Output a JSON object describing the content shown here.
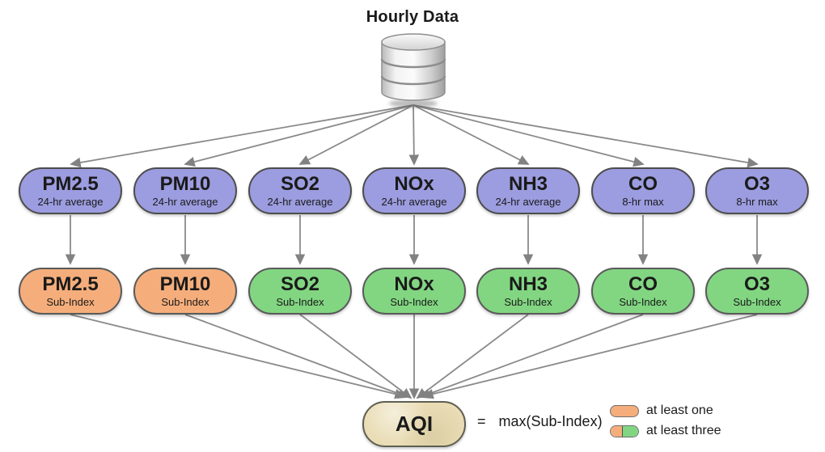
{
  "title": "Hourly Data",
  "source": {
    "icon": "database-icon",
    "label": "Hourly Data"
  },
  "row1": [
    {
      "label": "PM2.5",
      "sublabel": "24-hr average"
    },
    {
      "label": "PM10",
      "sublabel": "24-hr average"
    },
    {
      "label": "SO2",
      "sublabel": "24-hr average"
    },
    {
      "label": "NOx",
      "sublabel": "24-hr average"
    },
    {
      "label": "NH3",
      "sublabel": "24-hr average"
    },
    {
      "label": "CO",
      "sublabel": "8-hr max"
    },
    {
      "label": "O3",
      "sublabel": "8-hr max"
    }
  ],
  "row2": [
    {
      "label": "PM2.5",
      "sublabel": "Sub-Index",
      "color": "#F5AE7B"
    },
    {
      "label": "PM10",
      "sublabel": "Sub-Index",
      "color": "#F5AE7B"
    },
    {
      "label": "SO2",
      "sublabel": "Sub-Index",
      "color": "#82D682"
    },
    {
      "label": "NOx",
      "sublabel": "Sub-Index",
      "color": "#82D682"
    },
    {
      "label": "NH3",
      "sublabel": "Sub-Index",
      "color": "#82D682"
    },
    {
      "label": "CO",
      "sublabel": "Sub-Index",
      "color": "#82D682"
    },
    {
      "label": "O3",
      "sublabel": "Sub-Index",
      "color": "#82D682"
    }
  ],
  "aqi": {
    "label": "AQI",
    "equals": "=",
    "formula": "max(Sub-Index)",
    "color": "#EADDB6"
  },
  "legend": [
    {
      "label": "at least one",
      "swatch": "orange"
    },
    {
      "label": "at least three",
      "swatch": "orange-green"
    }
  ],
  "colors": {
    "pollutant_node": "#9C9CE0",
    "subindex_required": "#F5AE7B",
    "subindex_optional": "#82D682",
    "aqi_node": "#EADDB6",
    "arrow": "#8A8A8A"
  }
}
